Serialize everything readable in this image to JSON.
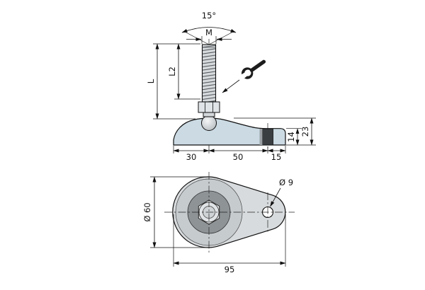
{
  "colors": {
    "base_fill": "#cbdae3",
    "outline": "#111111",
    "plan_body": "#d8dbdd",
    "plan_disc": "#c6cbce",
    "plan_inner_disc": "#8e9396"
  },
  "side_view": {
    "angle_label": "15°",
    "thread_size_label": "M",
    "dim_thread_length": "L2",
    "dim_total_length": "L",
    "dim_left_span": "30",
    "dim_mid_span": "50",
    "dim_right_span": "15",
    "dim_tab_height": "14",
    "dim_base_height": "23"
  },
  "plan_view": {
    "dim_base_diameter": "Ø 60",
    "dim_hole_diameter": "Ø 9",
    "dim_overall_length": "95"
  }
}
